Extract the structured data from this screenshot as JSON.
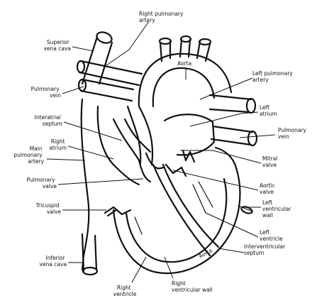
{
  "labels": {
    "right_pulmonary_artery": [
      "Right pulmonary",
      "artery"
    ],
    "superior_vena_cava": [
      "Superior",
      "vena cava"
    ],
    "aorta_top": "Aorta",
    "left_pulmonary_artery": [
      "Left pulmonary",
      "artery"
    ],
    "pulmonary_vein_left": [
      "Pulmonary",
      "vein"
    ],
    "left_atrium": [
      "Left",
      "atrium"
    ],
    "interatrial_septum": [
      "Interatrial",
      "septum"
    ],
    "pulmonary_vein_right": [
      "Pulmonary",
      "vein"
    ],
    "right_atrium": [
      "Right",
      "atrium"
    ],
    "main_pulmonary_artery": [
      "Main",
      "pulmonary",
      "artery"
    ],
    "mitral_valve": [
      "Mitral",
      "valve"
    ],
    "pulmonary_valve": [
      "Pulmonary",
      "valve"
    ],
    "aortic_valve": [
      "Aortic",
      "valve"
    ],
    "left_ventricular_wall": [
      "Left",
      "ventricular",
      "wall"
    ],
    "tricuspid_valve": [
      "Tricuspid",
      "valve"
    ],
    "left_ventricle": [
      "Left",
      "ventricle"
    ],
    "interventricular_septum": [
      "Interventricular",
      "septum"
    ],
    "inferior_vena_cava": [
      "Inferior",
      "vena cava"
    ],
    "aorta_bottom": "Aorta",
    "right_ventricle": [
      "Right",
      "ventricle"
    ],
    "right_ventricular_wall": [
      "Right",
      "ventricular wall"
    ]
  }
}
